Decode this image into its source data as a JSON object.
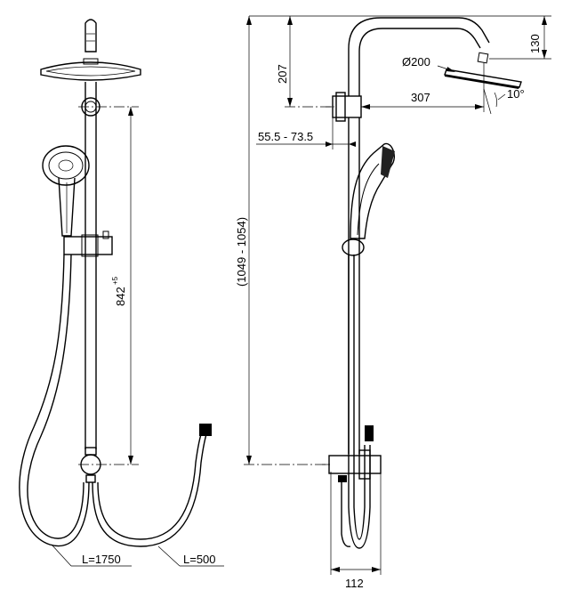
{
  "left_view": {
    "dim_height": "842",
    "dim_height_tolerance": "+5",
    "hose_1": "L=1750",
    "hose_2": "L=500"
  },
  "right_view": {
    "dim_total_height": "(1049 - 1054)",
    "dim_top": "207",
    "dim_head_offset": "130",
    "dim_head_diameter": "Ø200",
    "dim_arm_length": "307",
    "dim_angle": "10°",
    "dim_wall_distance": "55.5 - 73.5",
    "dim_width": "112"
  }
}
